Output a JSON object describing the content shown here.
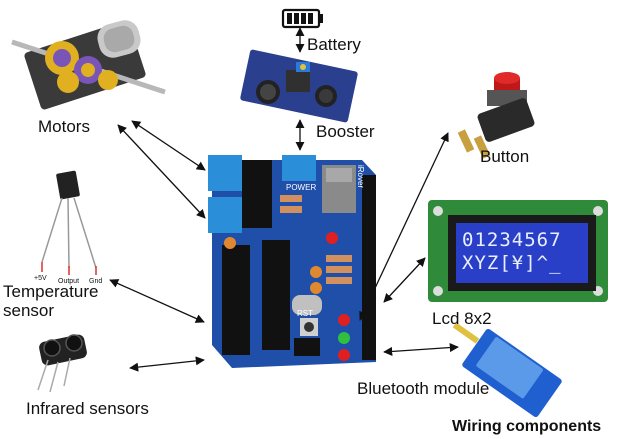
{
  "labels": {
    "battery": "Battery",
    "booster": "Booster",
    "motors": "Motors",
    "button": "Button",
    "temperature_sensor_line1": "Temperature",
    "temperature_sensor_line2": "sensor",
    "pin_5v": "+5V",
    "pin_output": "Output",
    "pin_gnd": "Gnd",
    "lcd": "Lcd 8x2",
    "bluetooth": "Bluetooth module",
    "infrared": "Infrared sensors",
    "footer": "Wiring components"
  },
  "lcd_display": {
    "line1": "01234567",
    "line2": "XYZ[¥]^_"
  },
  "board": {
    "name": "iRover",
    "power_label": "POWER",
    "reset_label": "RST"
  },
  "colors": {
    "board_blue": "#1f4fa8",
    "lcd_screen": "#2a3fc8",
    "lcd_pcb": "#2f8a3a",
    "wire_red": "#e03030",
    "wire_black": "#202020",
    "motor_yellow": "#e0b020",
    "motor_purple": "#7a55b8"
  }
}
